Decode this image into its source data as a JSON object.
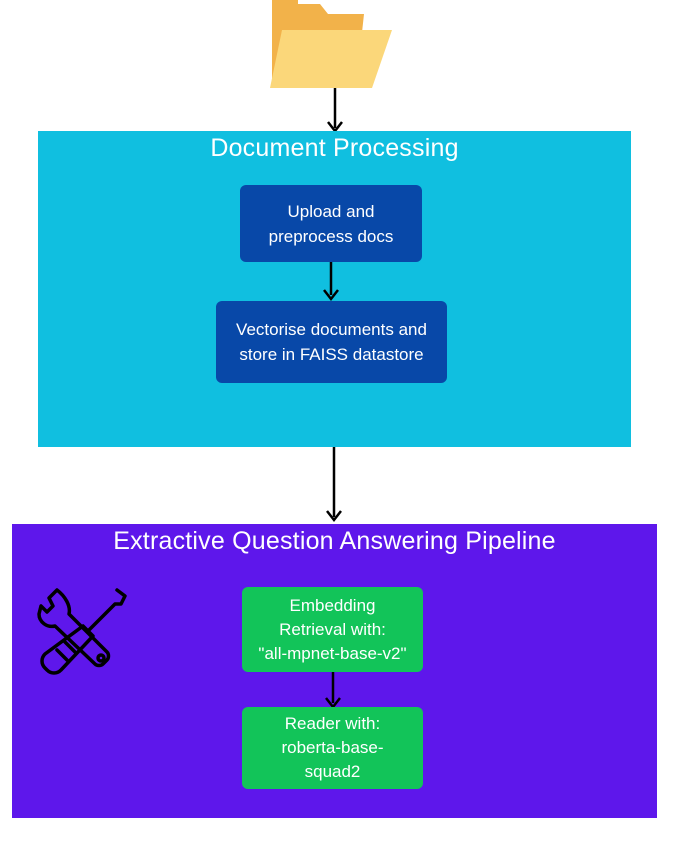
{
  "colors": {
    "processing_panel": "#10bfe0",
    "pipeline_panel": "#5e17eb",
    "process_box": "#0848a8",
    "pipeline_box": "#12c459",
    "arrow": "#000000",
    "folder_back": "#f2b24a",
    "folder_front": "#fbd77a"
  },
  "icons": {
    "source": "folder-icon",
    "tools": "wrench-screwdriver-icon"
  },
  "document_processing": {
    "title": "Document Processing",
    "steps": [
      {
        "lines": [
          "Upload and",
          "preprocess docs"
        ]
      },
      {
        "lines": [
          "Vectorise documents and",
          "store in FAISS datastore"
        ]
      }
    ]
  },
  "pipeline": {
    "title": "Extractive Question Answering Pipeline",
    "steps": [
      {
        "lines": [
          "Embedding",
          "Retrieval with:",
          "\"all-mpnet-base-v2\""
        ]
      },
      {
        "lines": [
          "Reader with:",
          "roberta-base-",
          "squad2"
        ]
      }
    ]
  }
}
